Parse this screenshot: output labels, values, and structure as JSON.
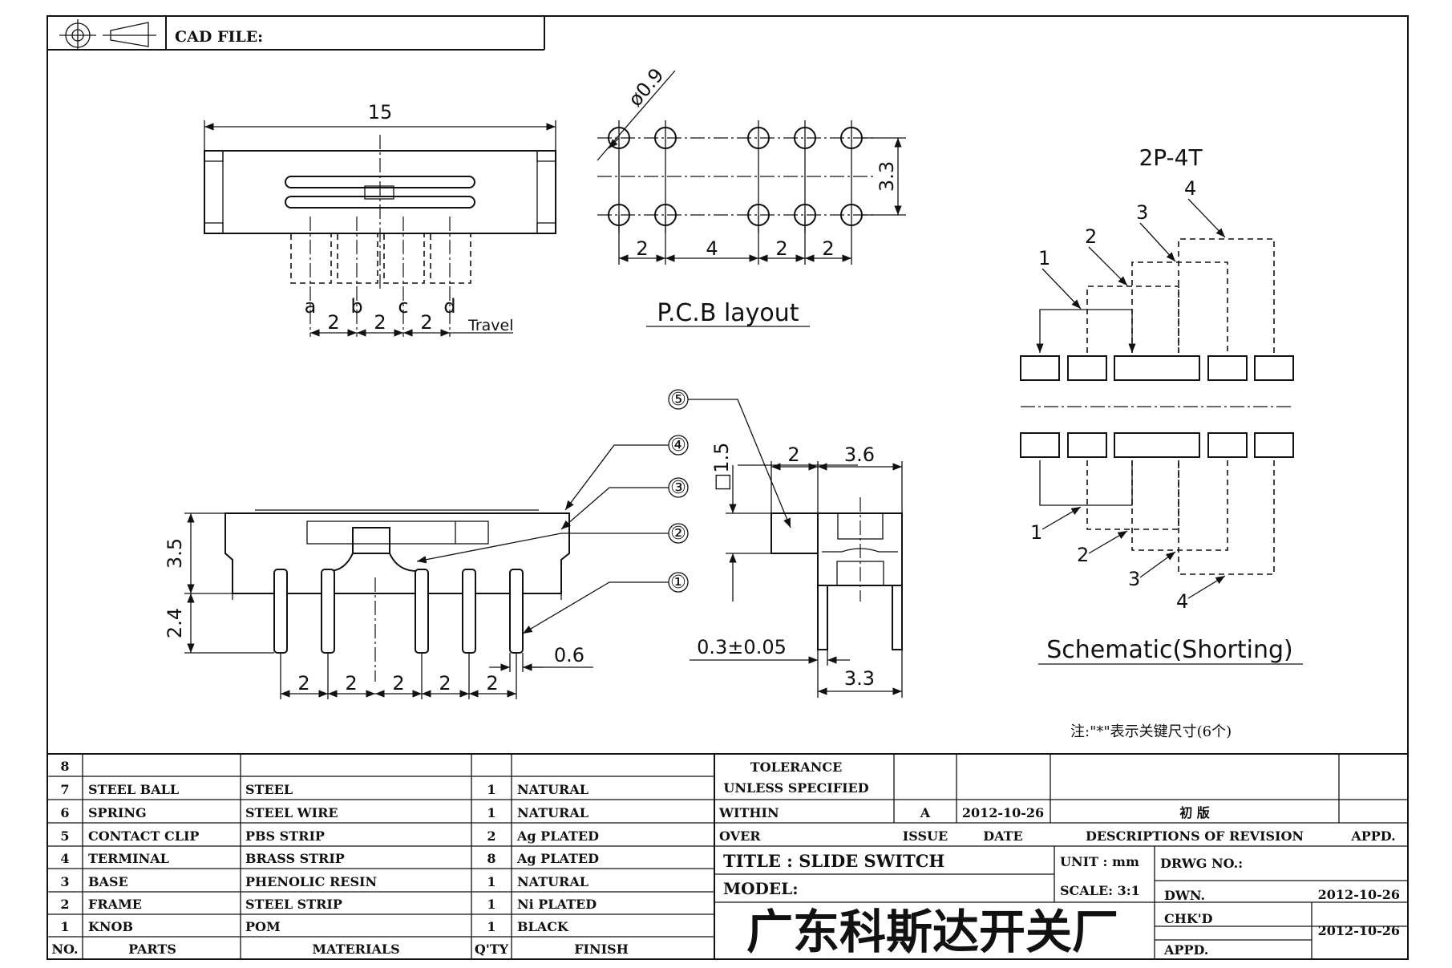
{
  "header": {
    "cad_file_label": "CAD FILE:"
  },
  "front_view": {
    "width": "15",
    "positions": [
      "a",
      "b",
      "c",
      "d"
    ],
    "pitch": [
      "2",
      "2",
      "2"
    ],
    "travel_label": "Travel"
  },
  "pcb_layout": {
    "hole_dia": "ø0.9",
    "row_spacing": "3.3",
    "pitches": [
      "2",
      "4",
      "2",
      "2"
    ],
    "caption": "P.C.B  layout"
  },
  "schematic": {
    "type_label": "2P-4T",
    "position_labels": [
      "1",
      "2",
      "3",
      "4"
    ],
    "caption": "Schematic(Shorting)"
  },
  "side_view": {
    "height_body": "3.5",
    "height_pin": "2.4",
    "pin_width": "0.6",
    "pin_pitches": [
      "2",
      "2",
      "2",
      "2",
      "2"
    ],
    "balloons": [
      "⑤",
      "④",
      "③",
      "②",
      "①"
    ]
  },
  "end_view": {
    "knob_size": "□1.5",
    "knob_offset": "2",
    "knob_width": "3.6",
    "pin_thickness": "0.3±0.05",
    "pin_span": "3.3"
  },
  "note": "注:\"*\"表示关键尺寸(6个)",
  "bom": {
    "headers": {
      "no": "NO.",
      "parts": "PARTS",
      "materials": "MATERIALS",
      "qty": "Q'TY",
      "finish": "FINISH"
    },
    "rows": [
      {
        "no": "8",
        "part": "",
        "material": "",
        "qty": "",
        "finish": ""
      },
      {
        "no": "7",
        "part": "STEEL BALL",
        "material": "STEEL",
        "qty": "1",
        "finish": "NATURAL"
      },
      {
        "no": "6",
        "part": "SPRING",
        "material": "STEEL WIRE",
        "qty": "1",
        "finish": "NATURAL"
      },
      {
        "no": "5",
        "part": "CONTACT CLIP",
        "material": "PBS STRIP",
        "qty": "2",
        "finish": "Ag PLATED"
      },
      {
        "no": "4",
        "part": "TERMINAL",
        "material": "BRASS STRIP",
        "qty": "8",
        "finish": "Ag PLATED"
      },
      {
        "no": "3",
        "part": "BASE",
        "material": "PHENOLIC RESIN",
        "qty": "1",
        "finish": "NATURAL"
      },
      {
        "no": "2",
        "part": "FRAME",
        "material": "STEEL STRIP",
        "qty": "1",
        "finish": "Ni PLATED"
      },
      {
        "no": "1",
        "part": "KNOB",
        "material": "POM",
        "qty": "1",
        "finish": "BLACK"
      }
    ]
  },
  "title_block": {
    "tolerance": "TOLERANCE",
    "unless_specified": "UNLESS  SPECIFIED",
    "within": "WITHIN",
    "over": "OVER",
    "issue_value": "A",
    "date_value": "2012-10-26",
    "revision_value": "初  版",
    "issue_label": "ISSUE",
    "date_label": "DATE",
    "desc_label": "DESCRIPTIONS  OF  REVISION",
    "appd_label": "APPD.",
    "title": "TITLE : SLIDE SWITCH",
    "unit": "UNIT :  mm",
    "drwg_no": "DRWG NO.:",
    "model": "MODEL:",
    "scale": "SCALE:  3:1",
    "dwn_label": "DWN.",
    "dwn_date": "2012-10-26",
    "chkd_label": "CHK'D",
    "chkd_date": "2012-10-26",
    "appd_row_label": "APPD.",
    "company": "广东科斯达开关厂"
  }
}
